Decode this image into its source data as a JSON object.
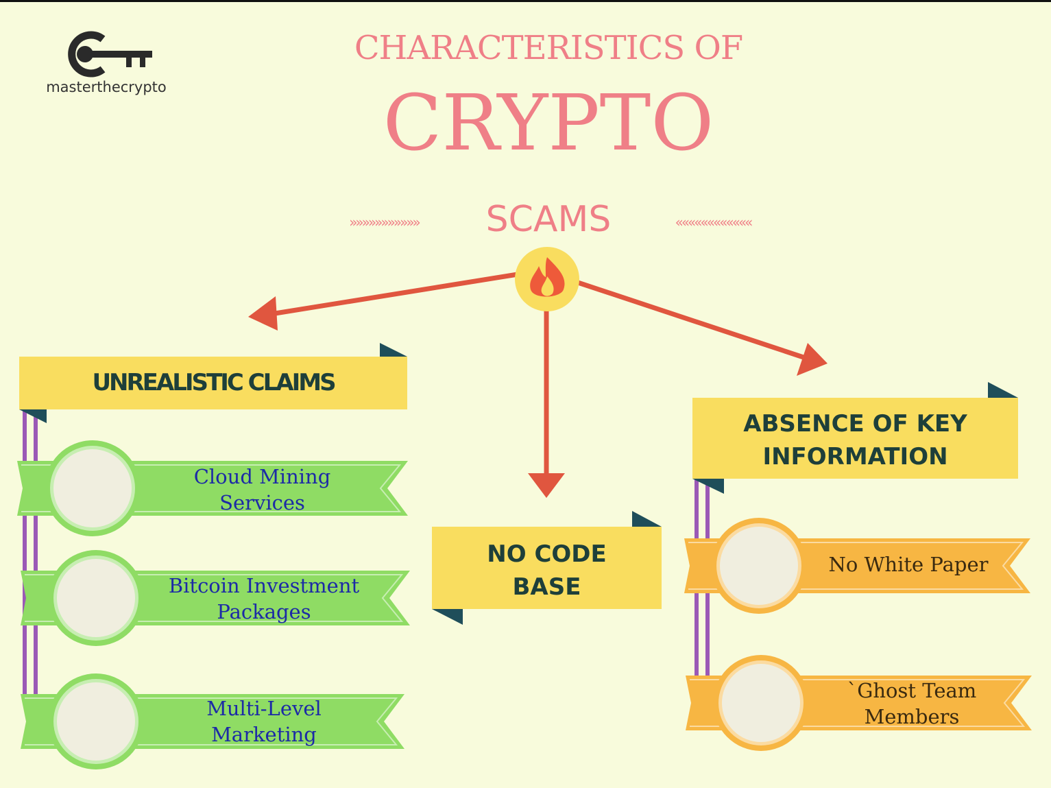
{
  "brand": {
    "name": "masterthecrypto",
    "icon": "key-icon"
  },
  "title": {
    "line1": "CHARACTERISTICS OF",
    "line2": "CRYPTO",
    "line3": "SCAMS",
    "deco_left": "»»»»»»»»»»»",
    "deco_right": "««««««««««««"
  },
  "center_icon": "fire-icon",
  "categories": [
    {
      "label": "UNREALISTIC CLAIMS",
      "items": [
        "Cloud Mining Services",
        "Bitcoin Investment Packages",
        "Multi-Level Marketing"
      ]
    },
    {
      "label": "NO CODE BASE",
      "items": []
    },
    {
      "label": "ABSENCE OF KEY INFORMATION",
      "items": [
        "No White Paper",
        "`Ghost Team Members"
      ]
    }
  ],
  "colors": {
    "background": "#f8fbdc",
    "title": "#ef7f87",
    "banner": "#f9dd5f",
    "green": "#8fdc64",
    "orange": "#f7b643",
    "arrow": "#e0563f",
    "connector": "#9b59b6"
  }
}
